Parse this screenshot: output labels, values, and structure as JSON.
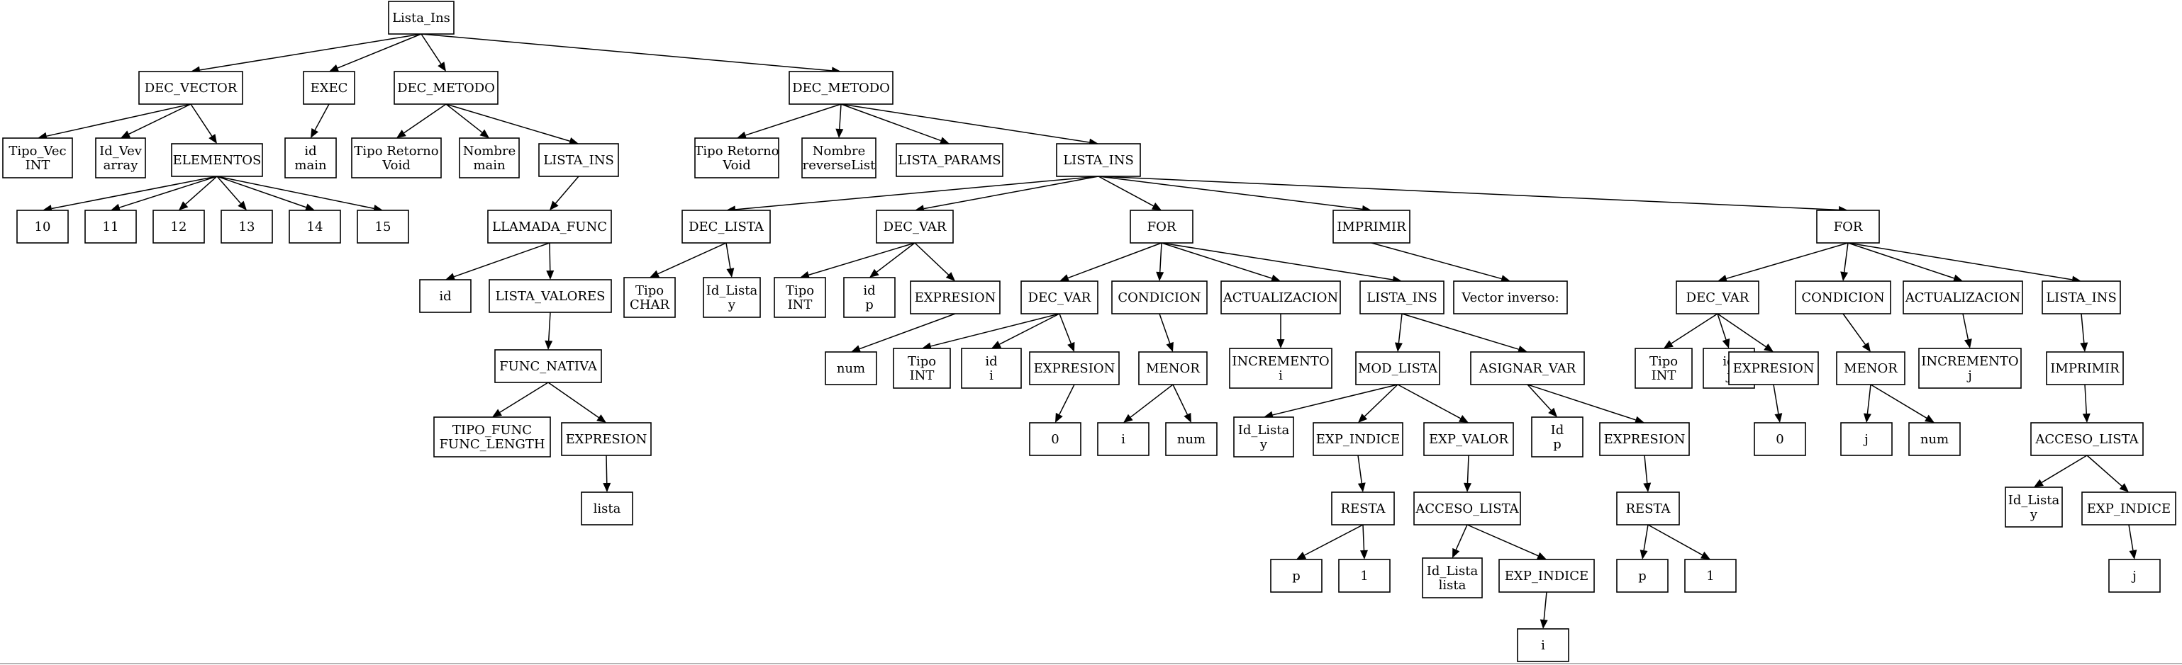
{
  "title": "",
  "nodes": [
    {
      "id": "n0",
      "lines": [
        "Lista_Ins"
      ]
    },
    {
      "id": "n1",
      "lines": [
        "DEC_VECTOR"
      ]
    },
    {
      "id": "n2",
      "lines": [
        "EXEC"
      ]
    },
    {
      "id": "n3",
      "lines": [
        "DEC_METODO"
      ]
    },
    {
      "id": "n4",
      "lines": [
        "DEC_METODO"
      ]
    },
    {
      "id": "n5",
      "lines": [
        "Tipo_Vec",
        "INT"
      ]
    },
    {
      "id": "n6",
      "lines": [
        "Id_Vev",
        "array"
      ]
    },
    {
      "id": "n7",
      "lines": [
        "ELEMENTOS"
      ]
    },
    {
      "id": "n8",
      "lines": [
        "10"
      ]
    },
    {
      "id": "n9",
      "lines": [
        "11"
      ]
    },
    {
      "id": "n10",
      "lines": [
        "12"
      ]
    },
    {
      "id": "n11",
      "lines": [
        "13"
      ]
    },
    {
      "id": "n12",
      "lines": [
        "14"
      ]
    },
    {
      "id": "n13",
      "lines": [
        "15"
      ]
    },
    {
      "id": "n14",
      "lines": [
        "id",
        "main"
      ]
    },
    {
      "id": "n15",
      "lines": [
        "Tipo Retorno",
        "Void"
      ]
    },
    {
      "id": "n16",
      "lines": [
        "Nombre",
        "main"
      ]
    },
    {
      "id": "n17",
      "lines": [
        "LISTA_INS"
      ]
    },
    {
      "id": "n18",
      "lines": [
        "LLAMADA_FUNC"
      ]
    },
    {
      "id": "n19",
      "lines": [
        "id"
      ]
    },
    {
      "id": "n20",
      "lines": [
        "LISTA_VALORES"
      ]
    },
    {
      "id": "n21",
      "lines": [
        "FUNC_NATIVA"
      ]
    },
    {
      "id": "n22",
      "lines": [
        "TIPO_FUNC",
        "FUNC_LENGTH"
      ]
    },
    {
      "id": "n23",
      "lines": [
        "EXPRESION"
      ]
    },
    {
      "id": "n24",
      "lines": [
        "lista"
      ]
    },
    {
      "id": "n25",
      "lines": [
        "Tipo Retorno",
        "Void"
      ]
    },
    {
      "id": "n26",
      "lines": [
        "Nombre",
        "reverseList"
      ]
    },
    {
      "id": "n27",
      "lines": [
        "LISTA_PARAMS"
      ]
    },
    {
      "id": "n28",
      "lines": [
        "LISTA_INS"
      ]
    },
    {
      "id": "n29",
      "lines": [
        "DEC_LISTA"
      ]
    },
    {
      "id": "n30",
      "lines": [
        "DEC_VAR"
      ]
    },
    {
      "id": "n31",
      "lines": [
        "FOR"
      ]
    },
    {
      "id": "n32",
      "lines": [
        "IMPRIMIR"
      ]
    },
    {
      "id": "n33",
      "lines": [
        "FOR"
      ]
    },
    {
      "id": "n34",
      "lines": [
        "Tipo",
        "CHAR"
      ]
    },
    {
      "id": "n35",
      "lines": [
        "Id_Lista",
        "y"
      ]
    },
    {
      "id": "n36",
      "lines": [
        "Tipo",
        "INT"
      ]
    },
    {
      "id": "n37",
      "lines": [
        "id",
        "p"
      ]
    },
    {
      "id": "n38",
      "lines": [
        "EXPRESION"
      ]
    },
    {
      "id": "n39",
      "lines": [
        "num"
      ]
    },
    {
      "id": "n40",
      "lines": [
        "DEC_VAR"
      ]
    },
    {
      "id": "n41",
      "lines": [
        "CONDICION"
      ]
    },
    {
      "id": "n42",
      "lines": [
        "ACTUALIZACION"
      ]
    },
    {
      "id": "n43",
      "lines": [
        "LISTA_INS"
      ]
    },
    {
      "id": "n44",
      "lines": [
        "Tipo",
        "INT"
      ]
    },
    {
      "id": "n45",
      "lines": [
        "id",
        "i"
      ]
    },
    {
      "id": "n46",
      "lines": [
        "EXPRESION"
      ]
    },
    {
      "id": "n47",
      "lines": [
        "0"
      ]
    },
    {
      "id": "n48",
      "lines": [
        "MENOR"
      ]
    },
    {
      "id": "n49",
      "lines": [
        "i"
      ]
    },
    {
      "id": "n50",
      "lines": [
        "num"
      ]
    },
    {
      "id": "n51",
      "lines": [
        "INCREMENTO",
        "i"
      ]
    },
    {
      "id": "n52",
      "lines": [
        "MOD_LISTA"
      ]
    },
    {
      "id": "n53",
      "lines": [
        "ASIGNAR_VAR"
      ]
    },
    {
      "id": "n54",
      "lines": [
        "Id_Lista",
        "y"
      ]
    },
    {
      "id": "n55",
      "lines": [
        "EXP_INDICE"
      ]
    },
    {
      "id": "n56",
      "lines": [
        "EXP_VALOR"
      ]
    },
    {
      "id": "n57",
      "lines": [
        "RESTA"
      ]
    },
    {
      "id": "n58",
      "lines": [
        "p"
      ]
    },
    {
      "id": "n59",
      "lines": [
        "1"
      ]
    },
    {
      "id": "n60",
      "lines": [
        "ACCESO_LISTA"
      ]
    },
    {
      "id": "n61",
      "lines": [
        "Id_Lista",
        "lista"
      ]
    },
    {
      "id": "n62",
      "lines": [
        "EXP_INDICE"
      ]
    },
    {
      "id": "n63",
      "lines": [
        "i"
      ]
    },
    {
      "id": "n64",
      "lines": [
        "Id",
        "p"
      ]
    },
    {
      "id": "n65",
      "lines": [
        "EXPRESION"
      ]
    },
    {
      "id": "n66",
      "lines": [
        "RESTA"
      ]
    },
    {
      "id": "n67",
      "lines": [
        "p"
      ]
    },
    {
      "id": "n68",
      "lines": [
        "1"
      ]
    },
    {
      "id": "n69",
      "lines": [
        "Vector inverso:"
      ]
    },
    {
      "id": "n70",
      "lines": [
        "DEC_VAR"
      ]
    },
    {
      "id": "n71",
      "lines": [
        "CONDICION"
      ]
    },
    {
      "id": "n72",
      "lines": [
        "ACTUALIZACION"
      ]
    },
    {
      "id": "n73",
      "lines": [
        "LISTA_INS"
      ]
    },
    {
      "id": "n74",
      "lines": [
        "Tipo",
        "INT"
      ]
    },
    {
      "id": "n75",
      "lines": [
        "id",
        "j"
      ]
    },
    {
      "id": "n76",
      "lines": [
        "EXPRESION"
      ]
    },
    {
      "id": "n77",
      "lines": [
        "0"
      ]
    },
    {
      "id": "n78",
      "lines": [
        "MENOR"
      ]
    },
    {
      "id": "n79",
      "lines": [
        "j"
      ]
    },
    {
      "id": "n80",
      "lines": [
        "num"
      ]
    },
    {
      "id": "n81",
      "lines": [
        "INCREMENTO",
        "j"
      ]
    },
    {
      "id": "n82",
      "lines": [
        "IMPRIMIR"
      ]
    },
    {
      "id": "n83",
      "lines": [
        "ACCESO_LISTA"
      ]
    },
    {
      "id": "n84",
      "lines": [
        "Id_Lista",
        "y"
      ]
    },
    {
      "id": "n85",
      "lines": [
        "EXP_INDICE"
      ]
    },
    {
      "id": "n86",
      "lines": [
        "j"
      ]
    }
  ],
  "edges": [
    [
      "n0",
      "n1"
    ],
    [
      "n0",
      "n2"
    ],
    [
      "n0",
      "n3"
    ],
    [
      "n0",
      "n4"
    ],
    [
      "n1",
      "n5"
    ],
    [
      "n1",
      "n6"
    ],
    [
      "n1",
      "n7"
    ],
    [
      "n7",
      "n8"
    ],
    [
      "n7",
      "n9"
    ],
    [
      "n7",
      "n10"
    ],
    [
      "n7",
      "n11"
    ],
    [
      "n7",
      "n12"
    ],
    [
      "n7",
      "n13"
    ],
    [
      "n2",
      "n14"
    ],
    [
      "n3",
      "n15"
    ],
    [
      "n3",
      "n16"
    ],
    [
      "n3",
      "n17"
    ],
    [
      "n17",
      "n18"
    ],
    [
      "n18",
      "n19"
    ],
    [
      "n18",
      "n20"
    ],
    [
      "n20",
      "n21"
    ],
    [
      "n21",
      "n22"
    ],
    [
      "n21",
      "n23"
    ],
    [
      "n23",
      "n24"
    ],
    [
      "n4",
      "n25"
    ],
    [
      "n4",
      "n26"
    ],
    [
      "n4",
      "n27"
    ],
    [
      "n4",
      "n28"
    ],
    [
      "n28",
      "n29"
    ],
    [
      "n28",
      "n30"
    ],
    [
      "n28",
      "n31"
    ],
    [
      "n28",
      "n32"
    ],
    [
      "n28",
      "n33"
    ],
    [
      "n29",
      "n34"
    ],
    [
      "n29",
      "n35"
    ],
    [
      "n30",
      "n36"
    ],
    [
      "n30",
      "n37"
    ],
    [
      "n30",
      "n38"
    ],
    [
      "n38",
      "n39"
    ],
    [
      "n31",
      "n40"
    ],
    [
      "n31",
      "n41"
    ],
    [
      "n31",
      "n42"
    ],
    [
      "n31",
      "n43"
    ],
    [
      "n40",
      "n44"
    ],
    [
      "n40",
      "n45"
    ],
    [
      "n40",
      "n46"
    ],
    [
      "n46",
      "n47"
    ],
    [
      "n41",
      "n48"
    ],
    [
      "n48",
      "n49"
    ],
    [
      "n48",
      "n50"
    ],
    [
      "n42",
      "n51"
    ],
    [
      "n43",
      "n52"
    ],
    [
      "n43",
      "n53"
    ],
    [
      "n52",
      "n54"
    ],
    [
      "n52",
      "n55"
    ],
    [
      "n52",
      "n56"
    ],
    [
      "n55",
      "n57"
    ],
    [
      "n57",
      "n58"
    ],
    [
      "n57",
      "n59"
    ],
    [
      "n56",
      "n60"
    ],
    [
      "n60",
      "n61"
    ],
    [
      "n60",
      "n62"
    ],
    [
      "n62",
      "n63"
    ],
    [
      "n53",
      "n64"
    ],
    [
      "n53",
      "n65"
    ],
    [
      "n65",
      "n66"
    ],
    [
      "n66",
      "n67"
    ],
    [
      "n66",
      "n68"
    ],
    [
      "n32",
      "n69"
    ],
    [
      "n33",
      "n70"
    ],
    [
      "n33",
      "n71"
    ],
    [
      "n33",
      "n72"
    ],
    [
      "n33",
      "n73"
    ],
    [
      "n70",
      "n74"
    ],
    [
      "n70",
      "n75"
    ],
    [
      "n70",
      "n76"
    ],
    [
      "n76",
      "n77"
    ],
    [
      "n71",
      "n78"
    ],
    [
      "n78",
      "n79"
    ],
    [
      "n78",
      "n80"
    ],
    [
      "n72",
      "n81"
    ],
    [
      "n73",
      "n82"
    ],
    [
      "n82",
      "n83"
    ],
    [
      "n83",
      "n84"
    ],
    [
      "n83",
      "n85"
    ],
    [
      "n85",
      "n86"
    ]
  ]
}
